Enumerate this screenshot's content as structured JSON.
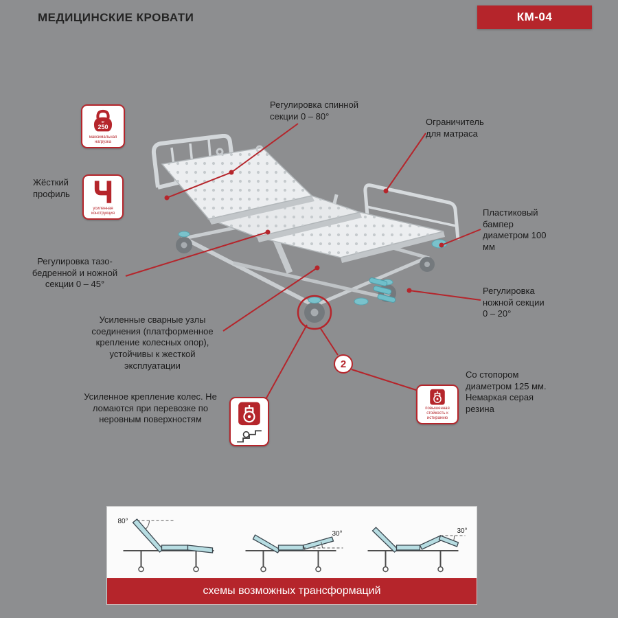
{
  "header": {
    "title": "МЕДИЦИНСКИЕ КРОВАТИ",
    "model": "КМ-04"
  },
  "colors": {
    "accent": "#b5252b",
    "background": "#8d8e90",
    "teal": "#7ac2cc"
  },
  "badges": {
    "weight": {
      "unit": "кг",
      "value": "250",
      "caption": "максимальная нагрузка"
    },
    "profile": {
      "caption": "усиленная конструкция"
    },
    "stopper": {
      "caption": "повышенная стойкость к истиранию"
    }
  },
  "callouts": {
    "back_section": "Регулировка спинной секции 0 – 80°",
    "mattress_limiter": "Ограничитель для матраса",
    "rigid_profile": "Жёсткий профиль",
    "plastic_bumper": "Пластиковый бампер диаметром 100 мм",
    "hip_leg_section": "Регулировка тазо-бедренной и ножной секции 0 – 45°",
    "leg_section": "Регулировка ножной секции 0 – 20°",
    "welded_joints": "Усиленные сварные узлы соединения (платформенное крепление колесных опор), устойчивы к жесткой эксплуатации",
    "wheel_mount": "Усиленное крепление колес. Не ломаются при перевозке по неровным поверхностям",
    "stopper_wheels": "Со стопором диаметром 125 мм. Немаркая серая резина",
    "caster_count": "2"
  },
  "footer": {
    "banner": "схемы возможных трансформаций",
    "schemes": [
      {
        "angle": "80°"
      },
      {
        "angle": "30°"
      },
      {
        "angle": "30°"
      }
    ]
  }
}
